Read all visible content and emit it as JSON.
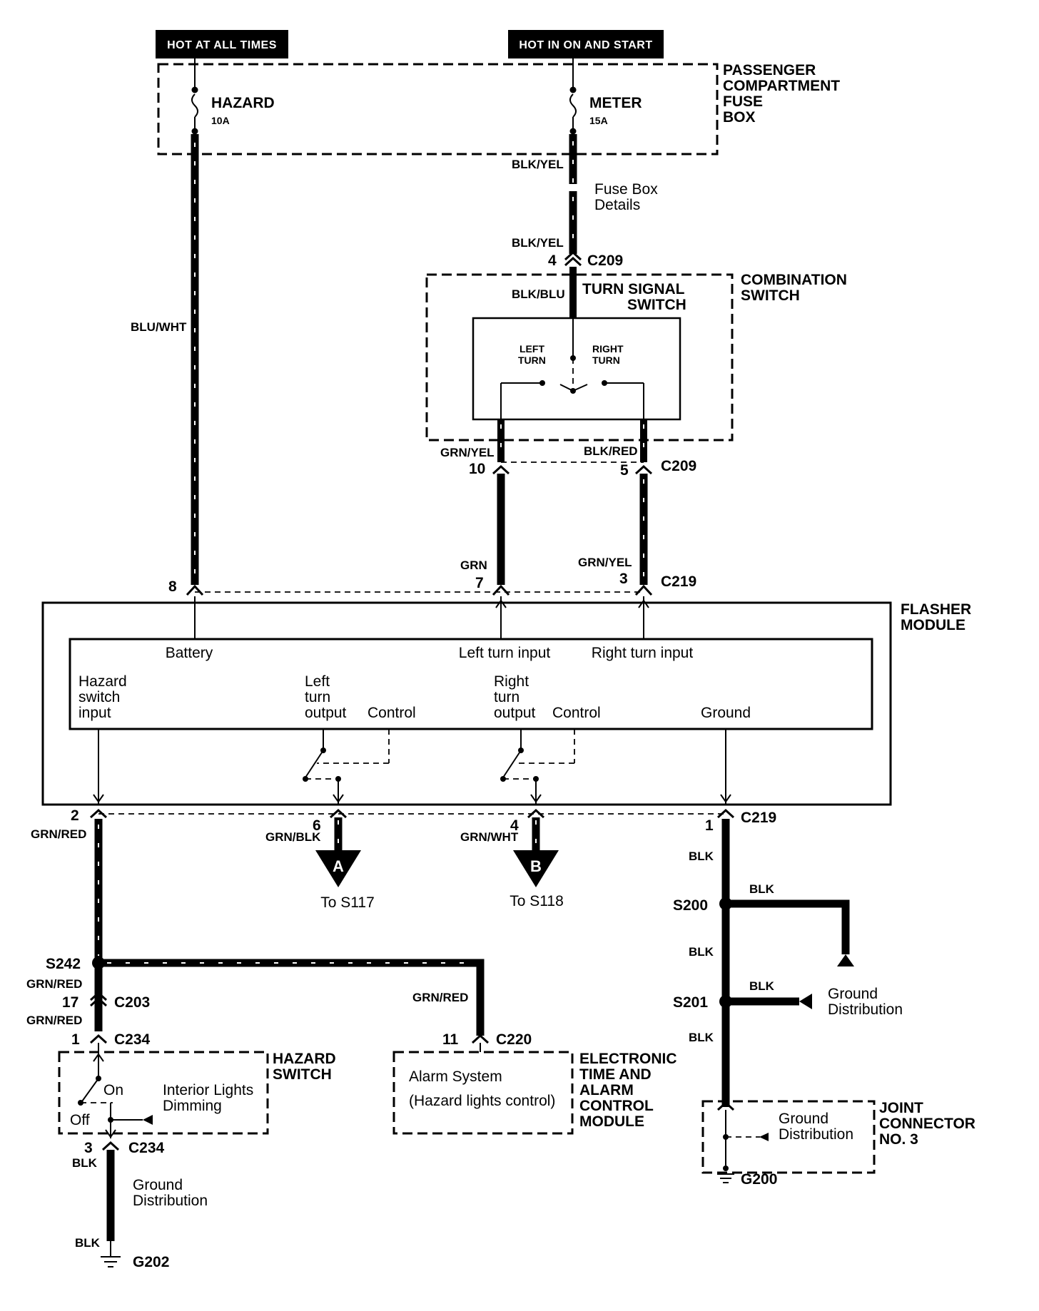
{
  "headers": {
    "hot_always": "HOT AT ALL TIMES",
    "hot_on_start": "HOT IN ON AND START"
  },
  "fuse_box": {
    "title_lines": [
      "PASSENGER",
      "COMPARTMENT",
      "FUSE",
      "BOX"
    ],
    "fuse1_name": "HAZARD",
    "fuse1_rating": "10A",
    "fuse2_name": "METER",
    "fuse2_rating": "15A"
  },
  "wires": {
    "blu_wht": "BLU/WHT",
    "blk_yel_top": "BLK/YEL",
    "blk_yel_c209": "BLK/YEL",
    "blk_blu": "BLK/BLU",
    "grn_yel_switch": "GRN/YEL",
    "blk_red_switch": "BLK/RED",
    "grn": "GRN",
    "grn_yel_c219": "GRN/YEL",
    "grn_red_2": "GRN/RED",
    "grn_blk": "GRN/BLK",
    "grn_wht": "GRN/WHT",
    "blk_1": "BLK",
    "blk_s200_branch": "BLK",
    "blk_2": "BLK",
    "blk_s201_branch": "BLK",
    "blk_3": "BLK",
    "grn_red_s242": "GRN/RED",
    "grn_red_c203": "GRN/RED",
    "grn_red_c220": "GRN/RED",
    "blk_c234": "BLK",
    "blk_g202": "BLK"
  },
  "notes": {
    "fuse_box_details": [
      "Fuse Box",
      "Details"
    ]
  },
  "combination_switch": {
    "title_lines": [
      "COMBINATION",
      "SWITCH"
    ],
    "sub_lines": [
      "TURN SIGNAL",
      "SWITCH"
    ],
    "left_lines": [
      "LEFT",
      "TURN"
    ],
    "right_lines": [
      "RIGHT",
      "TURN"
    ]
  },
  "connectors": {
    "c209_top": "C209",
    "c209_mid": "C209",
    "c219_top": "C219",
    "c219_bottom": "C219",
    "c203": "C203",
    "c234_top": "C234",
    "c234_bottom": "C234",
    "c220": "C220"
  },
  "pins": {
    "p4_c209": "4",
    "p10": "10",
    "p5": "5",
    "p8": "8",
    "p7": "7",
    "p3_c219": "3",
    "p2": "2",
    "p6": "6",
    "p4_c219": "4",
    "p1_c219": "1",
    "p17": "17",
    "p1_c234": "1",
    "p11": "11",
    "p3_c234": "3"
  },
  "flasher": {
    "title_lines": [
      "FLASHER",
      "MODULE"
    ],
    "battery": "Battery",
    "left_turn_input": "Left turn input",
    "right_turn_input": "Right turn input",
    "hazard_input_lines": [
      "Hazard",
      "switch",
      "input"
    ],
    "left_output_lines": [
      "Left",
      "turn",
      "output"
    ],
    "control_left": "Control",
    "right_output_lines": [
      "Right",
      "turn",
      "output"
    ],
    "control_right": "Control",
    "ground": "Ground"
  },
  "offpage": {
    "a_letter": "A",
    "a_text": "To S117",
    "b_letter": "B",
    "b_text": "To S118"
  },
  "splices": {
    "s200": "S200",
    "s201": "S201",
    "s242": "S242"
  },
  "ground": {
    "distribution_right": [
      "Ground",
      "Distribution"
    ],
    "distribution_left": [
      "Ground",
      "Distribution"
    ],
    "g200": "G200",
    "g202": "G202"
  },
  "joint_connector": {
    "title_lines": [
      "JOINT",
      "CONNECTOR",
      "NO. 3"
    ],
    "inner_lines": [
      "Ground",
      "Distribution"
    ]
  },
  "hazard_switch": {
    "title_lines": [
      "HAZARD",
      "SWITCH"
    ],
    "on": "On",
    "off": "Off",
    "dimming_lines": [
      "Interior Lights",
      "Dimming"
    ]
  },
  "etacm": {
    "title_lines": [
      "ELECTRONIC",
      "TIME AND",
      "ALARM",
      "CONTROL",
      "MODULE"
    ],
    "inner_lines": [
      "Alarm System",
      "(Hazard lights control)"
    ]
  }
}
